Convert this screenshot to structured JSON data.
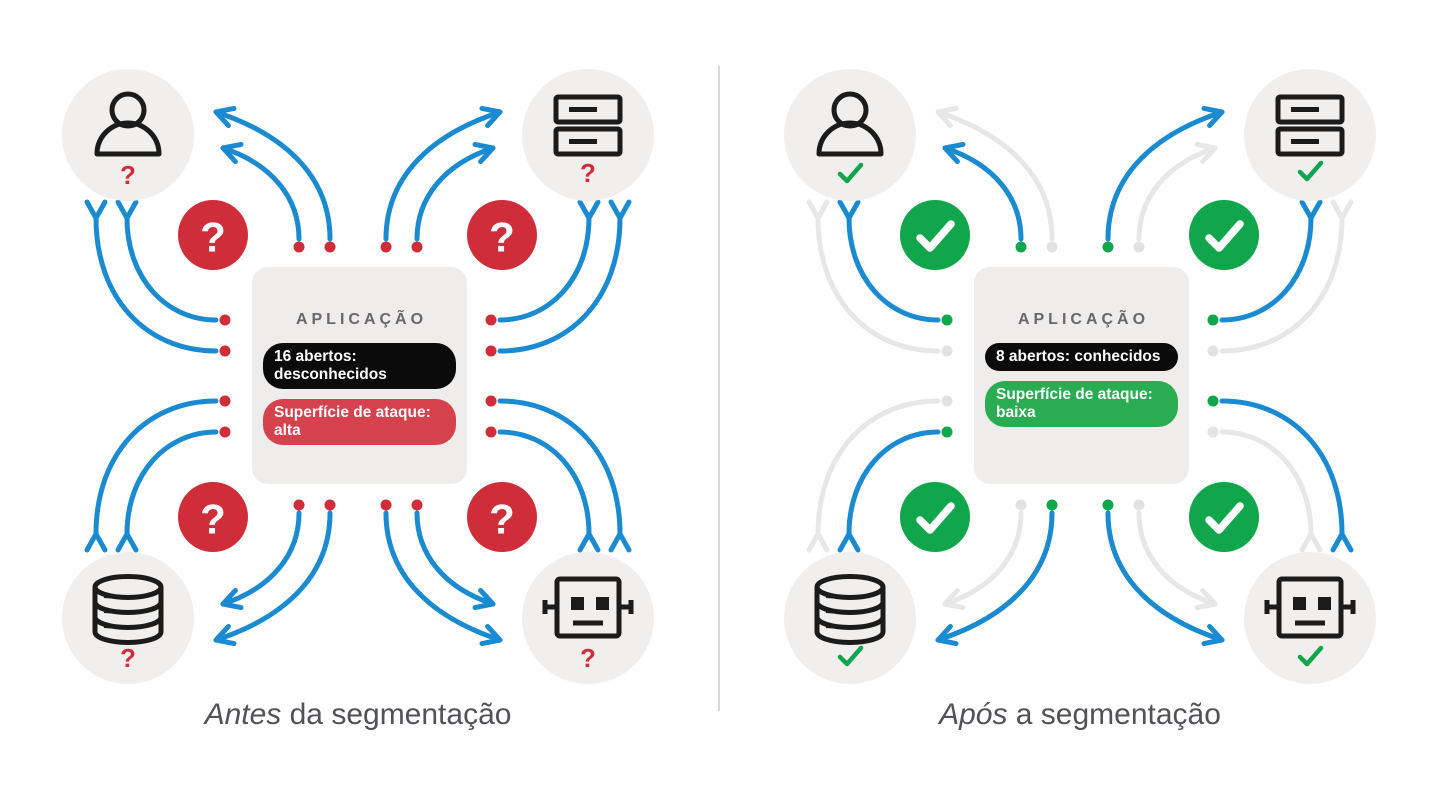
{
  "panels": {
    "before": {
      "caption_italic": "Antes",
      "caption_rest": " da segmentação",
      "app_label": "APLICAÇÃO",
      "ports_pill": "16 abertos: desconhecidos",
      "surface_pill": "Superfície de ataque: alta",
      "open_dots": 16,
      "blocked_dots": 0,
      "status_symbol": "?",
      "nodes": [
        {
          "icon": "person-icon"
        },
        {
          "icon": "server-icon"
        },
        {
          "icon": "database-icon"
        },
        {
          "icon": "robot-icon"
        }
      ]
    },
    "after": {
      "caption_italic": "Após",
      "caption_rest": " a segmentação",
      "app_label": "APLICAÇÃO",
      "ports_pill": "8 abertos: conhecidos",
      "surface_pill": "Superfície de ataque: baixa",
      "open_dots": 8,
      "blocked_dots": 8,
      "status_symbol": "check-mark",
      "blocked_pattern": {
        "out": {
          "tl": "outer",
          "tr": "inner",
          "bl": "inner",
          "br": "inner"
        },
        "in": {
          "tl": "outer",
          "tr": "outer",
          "bl": "outer",
          "br": "inner"
        }
      },
      "nodes": [
        {
          "icon": "person-icon"
        },
        {
          "icon": "server-icon"
        },
        {
          "icon": "database-icon"
        },
        {
          "icon": "robot-icon"
        }
      ]
    }
  },
  "symbols": {
    "question": "?"
  },
  "colors": {
    "accent_blue": "#1a8ad1",
    "alert_red": "#cf2d3a",
    "pill_red": "#d6414e",
    "ok_green": "#12a64c",
    "pill_green": "#2aad52",
    "blocked_gray": "#e7e7e7",
    "dot_gray": "#e3e3e3",
    "node_bg": "#f0efed",
    "box_bg": "#eeedeb",
    "pill_black": "#0b0b0b",
    "caption_text": "#515257",
    "app_title_text": "#67686c",
    "icon_stroke": "#1b1b1b",
    "divider": "#d9d9d9"
  }
}
